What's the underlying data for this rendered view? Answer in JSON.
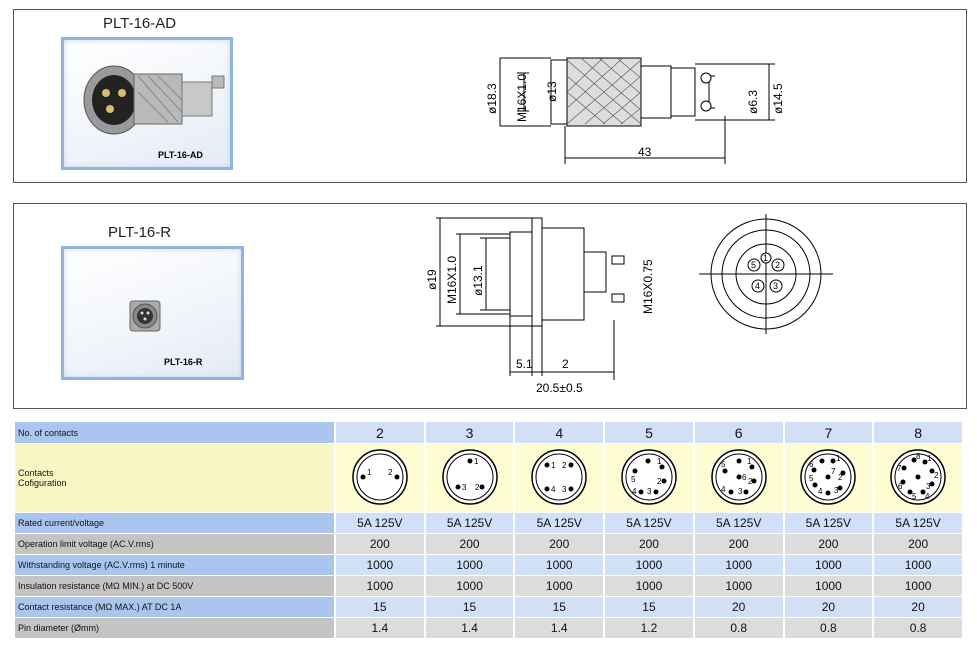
{
  "panel_top": {
    "title": "PLT-16-AD",
    "photo_caption": "PLT-16-AD",
    "dims": {
      "d1": "ø18.3",
      "d2": "M16X1.0",
      "d3": "ø13",
      "d4": "ø6.3",
      "d5": "ø14.5",
      "len": "43"
    }
  },
  "panel_bottom": {
    "title": "PLT-16-R",
    "photo_caption": "PLT-16-R",
    "dims": {
      "d1": "ø19",
      "d2": "M16X1.0",
      "d3": "ø13.1",
      "d4": "M16X0.75",
      "a": "5.1",
      "b": "2",
      "len": "20.5±0.5"
    },
    "front_pins": [
      "1",
      "2",
      "3",
      "4",
      "5"
    ]
  },
  "table": {
    "labels": {
      "contacts": "No. of contacts",
      "config_line1": "Contacts",
      "config_line2": "Cofiguration",
      "current": "Rated current/voltage",
      "op_voltage": "Operation limit voltage (AC.V.rms)",
      "withstand": "Withstanding voltage (AC.V.rms) 1 minute",
      "insulation": "Insulation resistance (MΩ MIN.) at DC 500V",
      "contact_res": "Contact resistance (MΩ MAX.) AT DC 1A",
      "pin_dia": "Pin diameter (Ømm)"
    },
    "contacts": [
      "2",
      "3",
      "4",
      "5",
      "6",
      "7",
      "8"
    ],
    "current": [
      "5A 125V",
      "5A 125V",
      "5A 125V",
      "5A 125V",
      "5A 125V",
      "5A 125V",
      "5A 125V"
    ],
    "op_voltage": [
      "200",
      "200",
      "200",
      "200",
      "200",
      "200",
      "200"
    ],
    "withstand": [
      "1000",
      "1000",
      "1000",
      "1000",
      "1000",
      "1000",
      "1000"
    ],
    "insulation": [
      "1000",
      "1000",
      "1000",
      "1000",
      "1000",
      "1000",
      "1000"
    ],
    "contact_res": [
      "15",
      "15",
      "15",
      "15",
      "20",
      "20",
      "20"
    ],
    "pin_dia": [
      "1.4",
      "1.4",
      "1.4",
      "1.2",
      "0.8",
      "0.8",
      "0.8"
    ],
    "pin_labels": {
      "c2": [
        "1",
        "2"
      ],
      "c3": [
        "1",
        "2",
        "3"
      ],
      "c4": [
        "1",
        "2",
        "3",
        "4"
      ],
      "c5": [
        "1",
        "2",
        "3",
        "4",
        "5"
      ],
      "c6": [
        "1",
        "2",
        "3",
        "4",
        "5",
        "6"
      ],
      "c7": [
        "1",
        "2",
        "3",
        "4",
        "5",
        "6",
        "7"
      ],
      "c8": [
        "1",
        "2",
        "3",
        "4",
        "5",
        "6",
        "7",
        "8"
      ]
    }
  }
}
